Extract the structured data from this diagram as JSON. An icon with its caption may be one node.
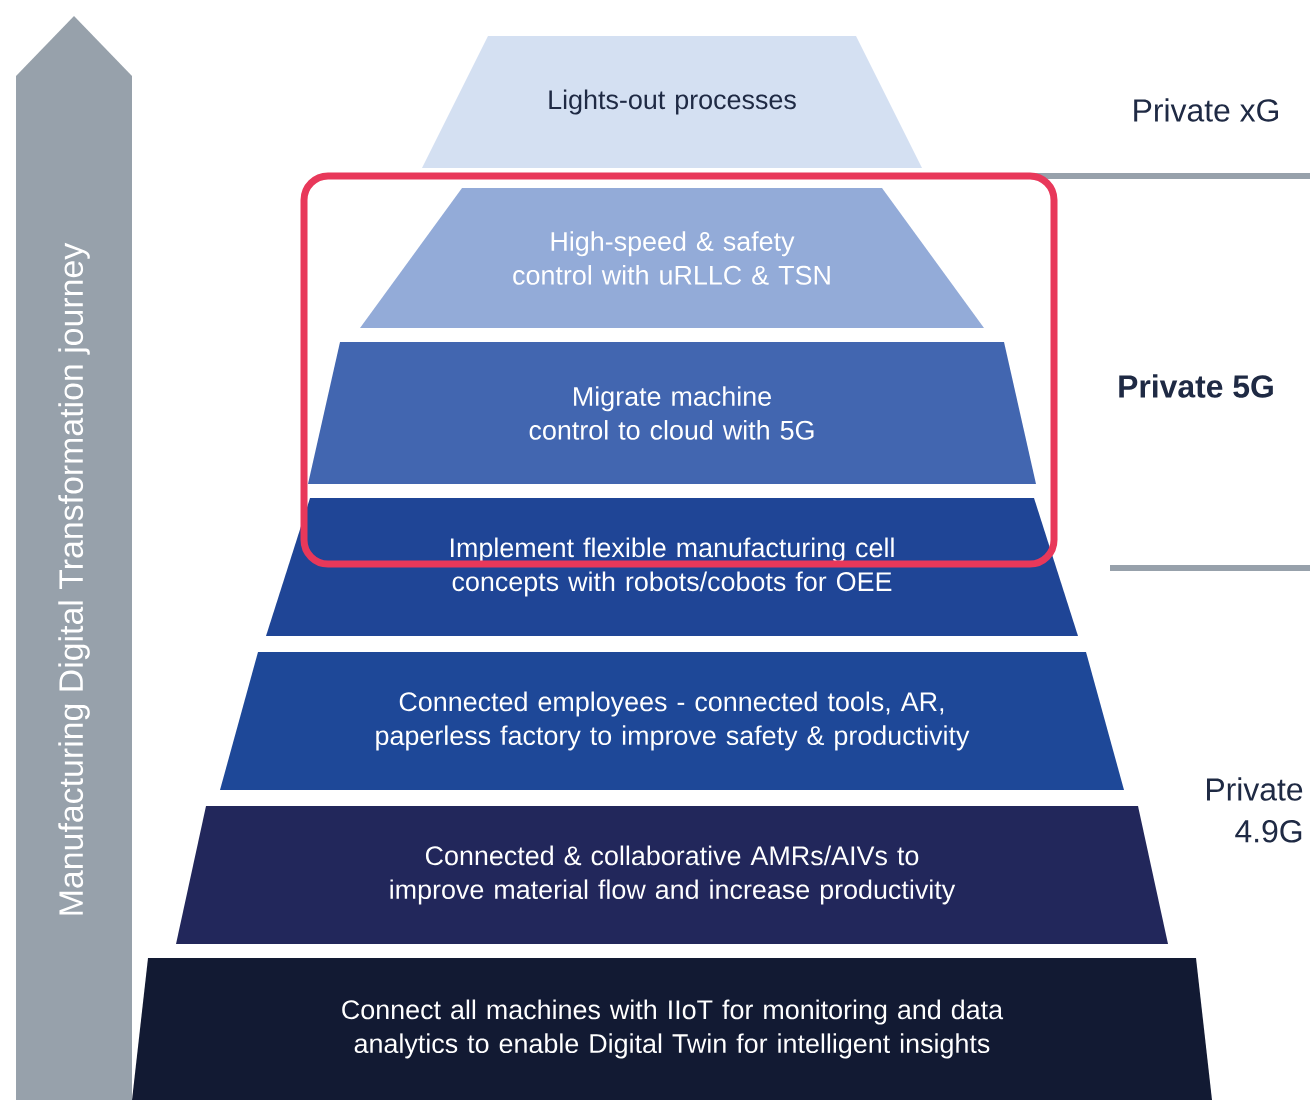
{
  "diagram": {
    "nodes": [
      {
        "text": [
          "Lights-out processes"
        ]
      },
      {
        "text": [
          "High-speed & safety control with uRLLC & TSN"
        ]
      },
      {
        "text": [
          "Migrate machine control to cloud with 5G"
        ]
      },
      {
        "text": [
          "Implement flexible manufacturing cell concepts with robots/cobots for OEE"
        ]
      },
      {
        "text": [
          "Connected employees - connected tools, AR, paperless factory to improve safety & productivity"
        ]
      },
      {
        "text": [
          "Connected & collaborative AMRs/AIVs to improve material flow and increase productivity"
        ]
      },
      {
        "text": [
          "Connect all machines with IIoT for monitoring and data analytics to enable Digital Twin for intelligent insights"
        ]
      },
      {
        "text": [
          "Manufacturing Digital Transformation journey"
        ]
      }
    ],
    "labels": [
      "Private xG",
      "Private 5G",
      "Private 4.9G"
    ]
  }
}
